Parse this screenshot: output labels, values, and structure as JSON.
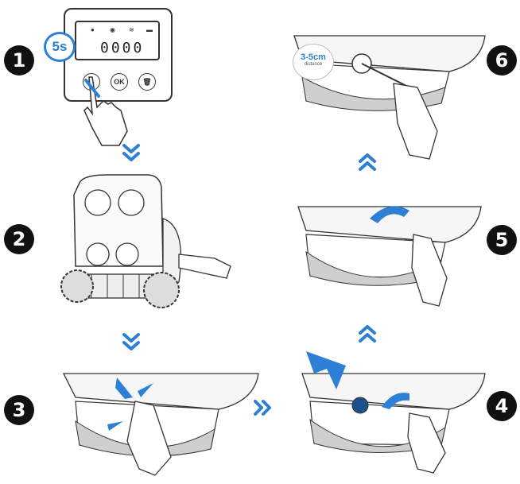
{
  "steps": [
    {
      "number": "1"
    },
    {
      "number": "2"
    },
    {
      "number": "3"
    },
    {
      "number": "4"
    },
    {
      "number": "5"
    },
    {
      "number": "6"
    }
  ],
  "panel": {
    "display_digits": "0000",
    "hold_time": "5s",
    "buttons": [
      "▷",
      "OK",
      "🗑"
    ]
  },
  "distance_callout": {
    "value": "3-5cm",
    "subtext": "distance"
  },
  "colors": {
    "accent": "#2e7fd6",
    "badge": "#111111"
  }
}
